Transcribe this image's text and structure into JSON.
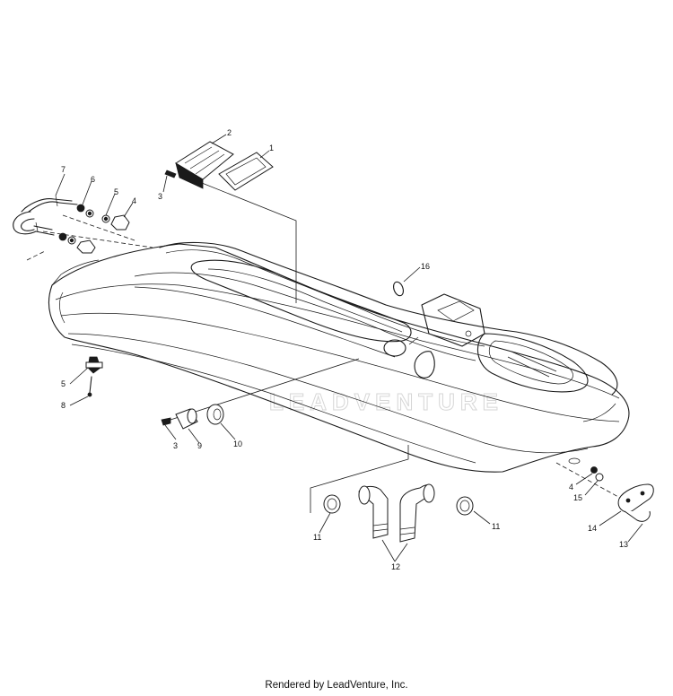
{
  "diagram": {
    "watermark": "LEADVENTURE",
    "callouts": [
      "1",
      "2",
      "3",
      "4",
      "5",
      "6",
      "7",
      "5",
      "8",
      "3",
      "9",
      "10",
      "16",
      "11",
      "11",
      "12",
      "4",
      "15",
      "14",
      "13"
    ]
  },
  "footer": {
    "text": "Rendered by LeadVenture, Inc."
  }
}
